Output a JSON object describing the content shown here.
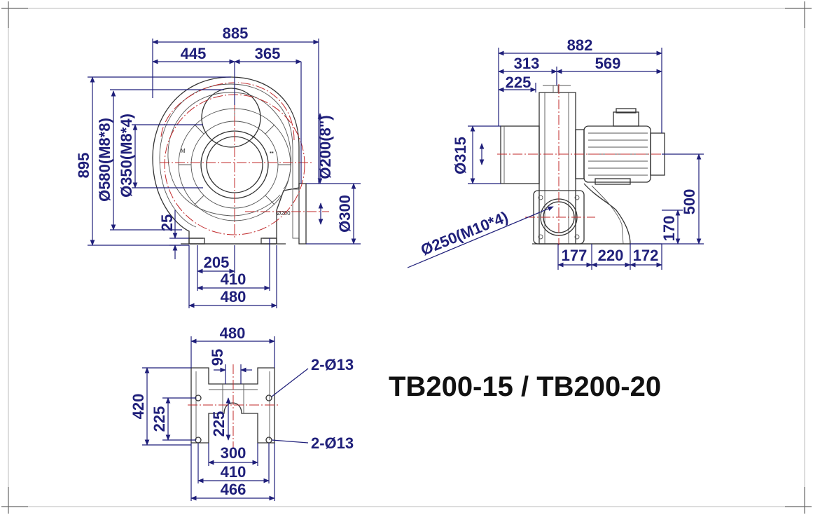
{
  "title": "TB200-15 / TB200-20",
  "front_view": {
    "dim_total_width": "885",
    "dim_left_width": "445",
    "dim_right_width": "365",
    "dim_height": "895",
    "dim_outer_flange": "Ø580(M8*8)",
    "dim_inner_flange": "Ø350(M8*4)",
    "dim_outlet": "Ø200(8\")",
    "dim_outlet_flange": "Ø300",
    "dim_base_offset": "25",
    "dim_base_205": "205",
    "dim_base_410": "410",
    "dim_base_480": "480",
    "outlet_label": "Ø200"
  },
  "side_view": {
    "dim_total_length": "882",
    "dim_313": "313",
    "dim_569": "569",
    "dim_225": "225",
    "dim_inlet_dia": "Ø315",
    "dim_outlet_flange": "Ø250(M10*4)",
    "dim_height_500": "500",
    "dim_height_170": "170",
    "dim_177": "177",
    "dim_220": "220",
    "dim_172": "172"
  },
  "base_view": {
    "dim_top_width": "480",
    "dim_95": "95",
    "dim_420": "420",
    "dim_225_outer": "225",
    "dim_225_inner": "225",
    "dim_300": "300",
    "dim_410": "410",
    "dim_466": "466",
    "hole_label_top": "2-Ø13",
    "hole_label_bottom": "2-Ø13"
  }
}
